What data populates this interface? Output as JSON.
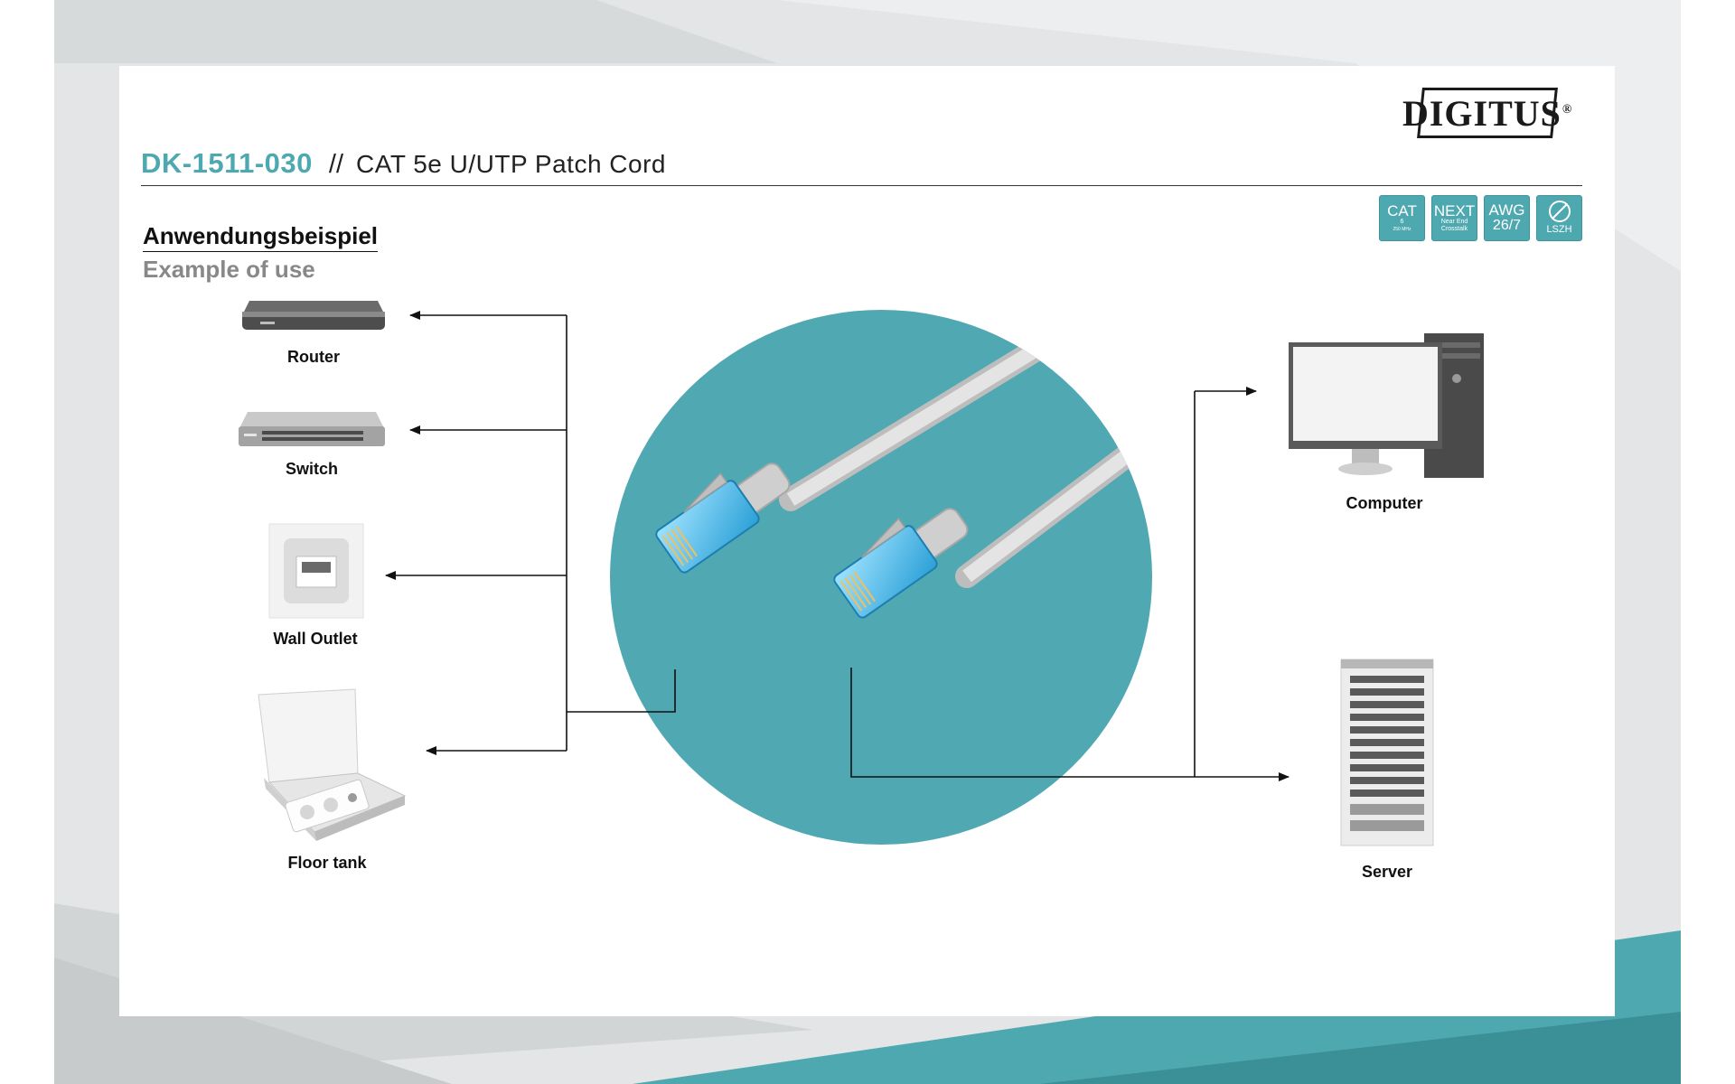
{
  "brand": {
    "logo": "DIGITUS",
    "registered": "®"
  },
  "header": {
    "model": "DK-1511-030",
    "separator": "//",
    "product": "CAT 5e U/UTP Patch Cord"
  },
  "section": {
    "title_de": "Anwendungsbeispiel",
    "title_en": "Example of use"
  },
  "badges": [
    {
      "main": "CAT",
      "sub": "6",
      "sub2": "250 MHz"
    },
    {
      "main": "NEXT",
      "sub": "Near End",
      "sub2": "Crosstalk"
    },
    {
      "main": "AWG",
      "sub": "26/7"
    },
    {
      "main": "LSZH"
    }
  ],
  "devices": {
    "router": "Router",
    "switch": "Switch",
    "wall_outlet": "Wall Outlet",
    "floor_tank": "Floor tank",
    "computer": "Computer",
    "server": "Server"
  },
  "icons": [
    "router-icon",
    "switch-icon",
    "wall-outlet-icon",
    "floor-tank-icon",
    "computer-icon",
    "server-icon",
    "patch-cord-image",
    "lszh-icon"
  ],
  "colors": {
    "accent": "#4ea8b0",
    "circle": "#50a9b2",
    "connector": "#3aa8dc",
    "cable": "#d6d6d6"
  }
}
